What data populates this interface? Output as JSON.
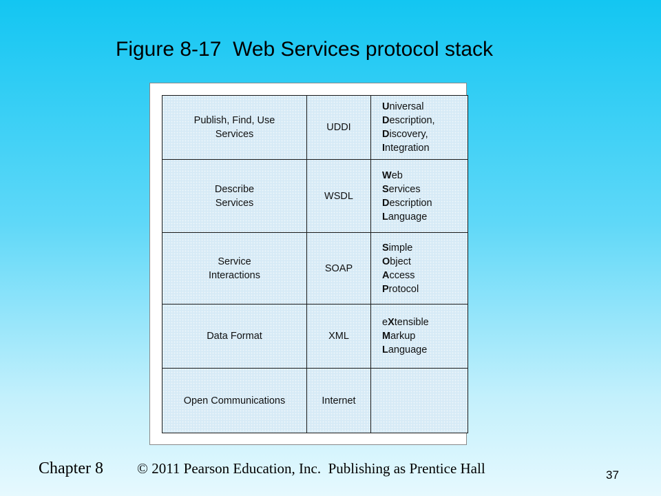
{
  "slide": {
    "title": "Figure 8-17  Web Services protocol stack",
    "footer_chapter": "Chapter 8",
    "footer_copyright": "© 2011 Pearson Education, Inc.  Publishing as Prentice Hall",
    "page_number": "37"
  },
  "stack": [
    {
      "function": [
        "Publish, Find, Use",
        "Services"
      ],
      "protocol": "UDDI",
      "expansion": [
        [
          "U",
          "niversal"
        ],
        [
          "D",
          "escription,"
        ],
        [
          "D",
          "iscovery,"
        ],
        [
          "I",
          "ntegration"
        ]
      ]
    },
    {
      "function": [
        "Describe",
        "Services"
      ],
      "protocol": "WSDL",
      "expansion": [
        [
          "W",
          "eb"
        ],
        [
          "S",
          "ervices"
        ],
        [
          "D",
          "escription"
        ],
        [
          "L",
          "anguage"
        ]
      ]
    },
    {
      "function": [
        "Service",
        "Interactions"
      ],
      "protocol": "SOAP",
      "expansion": [
        [
          "S",
          "imple"
        ],
        [
          "O",
          "bject"
        ],
        [
          "A",
          "ccess"
        ],
        [
          "P",
          "rotocol"
        ]
      ]
    },
    {
      "function": [
        "Data Format"
      ],
      "protocol": "XML",
      "expansion": [
        [
          "e",
          "X",
          "tensible"
        ],
        [
          "M",
          "arkup"
        ],
        [
          "L",
          "anguage"
        ]
      ]
    },
    {
      "function": [
        "Open Communications"
      ],
      "protocol": "Internet",
      "expansion": []
    }
  ]
}
